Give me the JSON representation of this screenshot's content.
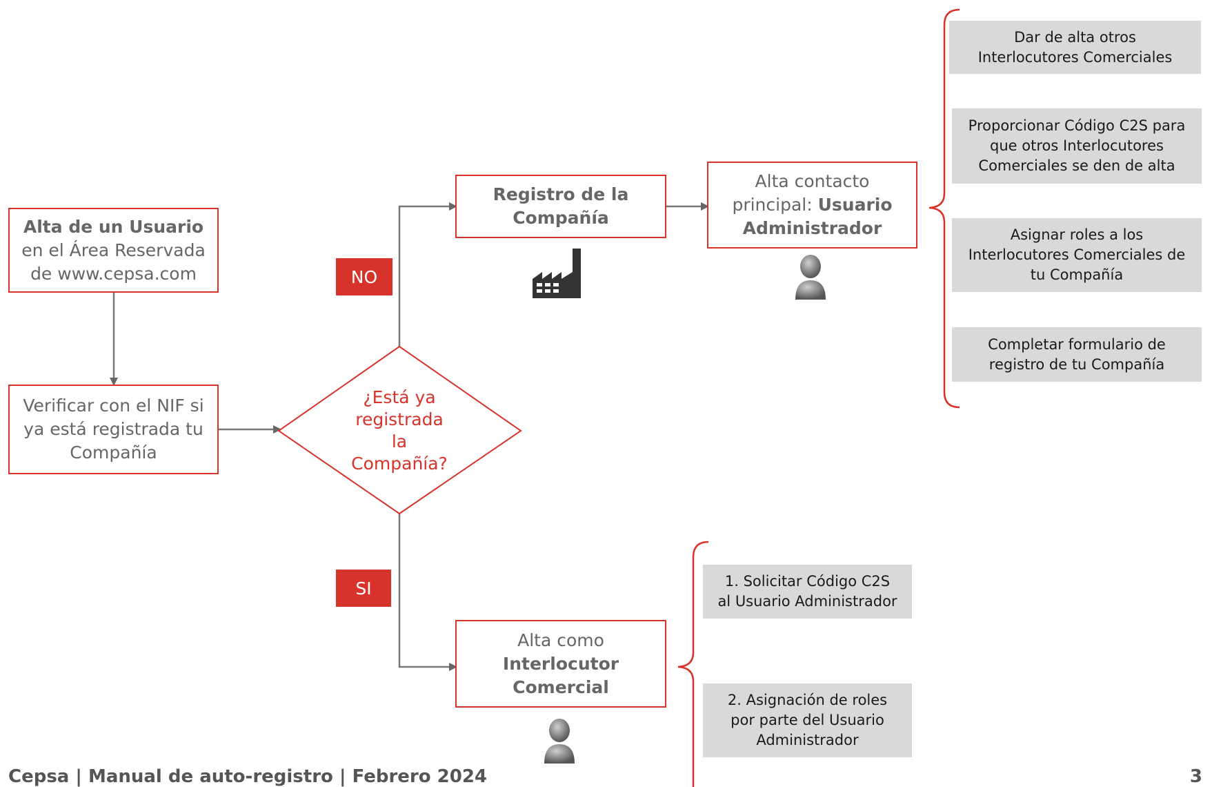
{
  "nodes": {
    "alta_usuario": {
      "bold": "Alta de un Usuario",
      "line2": "en el Área Reservada",
      "line3": "de www.cepsa.com"
    },
    "verificar": {
      "line1": "Verificar con el NIF si",
      "line2": "ya está registrada tu",
      "line3": "Compañía"
    },
    "decision": {
      "line1": "¿Está ya",
      "line2": "registrada",
      "line3": "la",
      "line4": "Compañía?"
    },
    "registro": {
      "line1": "Registro de la",
      "line2": "Compañía"
    },
    "alta_contacto": {
      "line1": "Alta contacto",
      "line2_plain": "principal: ",
      "line2_bold": "Usuario",
      "line3": "Administrador"
    },
    "alta_interlocutor": {
      "line1": "Alta como",
      "line2": "Interlocutor",
      "line3": "Comercial"
    }
  },
  "tags": {
    "no": "NO",
    "si": "SI"
  },
  "admin_tasks": [
    {
      "lines": [
        "Dar de alta otros",
        "Interlocutores Comerciales"
      ]
    },
    {
      "lines": [
        "Proporcionar Código C2S para",
        "que otros Interlocutores",
        "Comerciales se den de alta"
      ]
    },
    {
      "lines": [
        "Asignar roles a los",
        "Interlocutores Comerciales de",
        "tu Compañía"
      ]
    },
    {
      "lines": [
        "Completar formulario de",
        "registro de tu Compañía"
      ]
    }
  ],
  "interlocutor_tasks": [
    {
      "lines": [
        "1. Solicitar Código C2S",
        "al Usuario Administrador"
      ]
    },
    {
      "lines": [
        "2. Asignación de roles",
        "por parte del Usuario",
        "Administrador"
      ]
    }
  ],
  "footer": {
    "text": "Cepsa | Manual de auto-registro | Febrero 2024",
    "page": "3"
  },
  "icons": {
    "factory": "factory-icon",
    "user_admin": "user-icon",
    "user_interlocutor": "user-icon"
  },
  "colors": {
    "accent_red": "#d8332a",
    "gray_box": "#d9d9d9",
    "connector": "#666666"
  }
}
